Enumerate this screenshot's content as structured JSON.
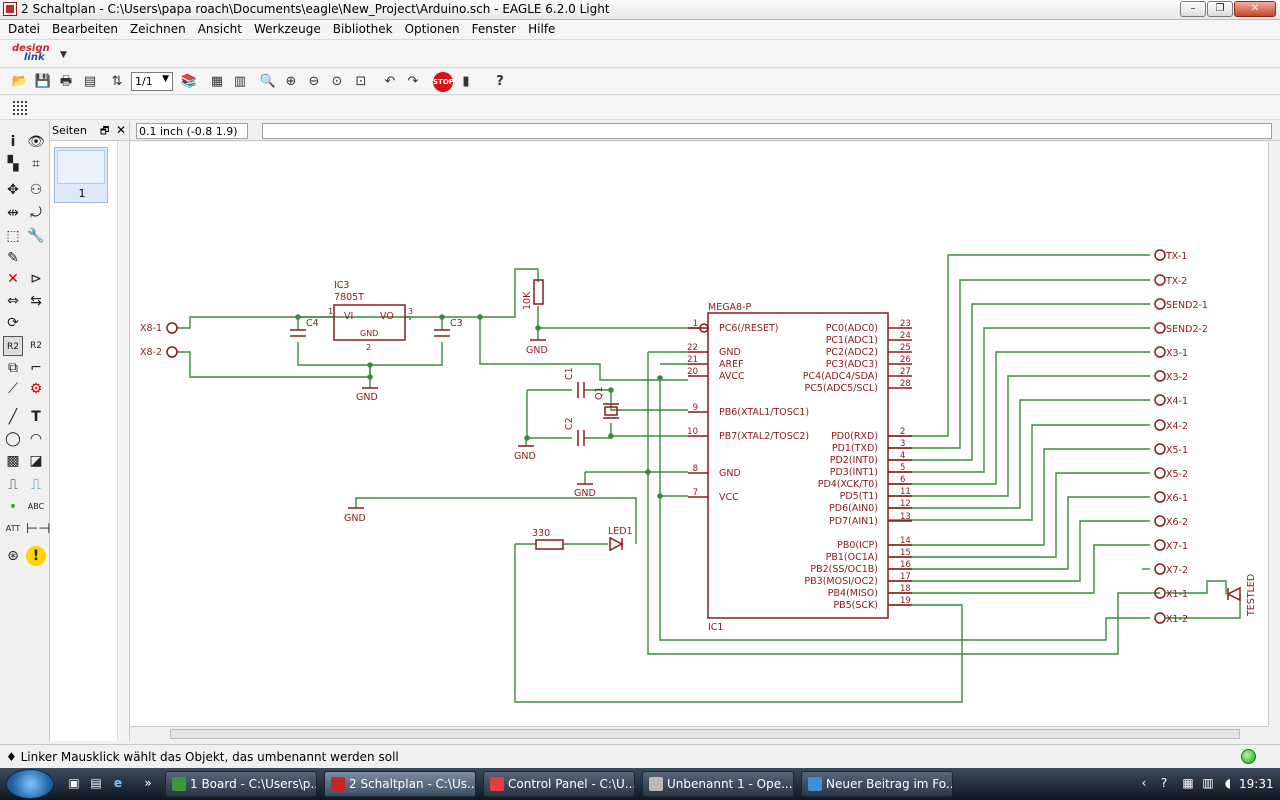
{
  "window": {
    "title": "2 Schaltplan - C:\\Users\\papa roach\\Documents\\eagle\\New_Project\\Arduino.sch - EAGLE 6.2.0 Light"
  },
  "menu": [
    "Datei",
    "Bearbeiten",
    "Zeichnen",
    "Ansicht",
    "Werkzeuge",
    "Bibliothek",
    "Optionen",
    "Fenster",
    "Hilfe"
  ],
  "design_link": {
    "line1": "design",
    "line2": "link"
  },
  "toolbar": {
    "sheet_select": "1/1",
    "icons": [
      "open-icon",
      "save-icon",
      "print-icon",
      "cam-icon",
      "pin-swap-icon",
      "use-icon",
      "script-icon",
      "run-icon",
      "zoom-fit-icon",
      "zoom-in-icon",
      "zoom-out-icon",
      "zoom-redraw-icon",
      "zoom-select-icon",
      "undo-icon",
      "redo-icon",
      "stop-icon",
      "go-icon",
      "help-icon"
    ]
  },
  "seiten": {
    "label": "Seiten",
    "page_number": "1"
  },
  "coords": "0.1 inch (-0.8 1.9)",
  "status": {
    "message": "♦ Linker Mausklick wählt das Objekt, das umbenannt werden soll"
  },
  "schematic": {
    "ic1": {
      "type": "MEGA8-P",
      "name": "IC1",
      "left_pins": [
        {
          "num": "1",
          "label": "PC6(/RESET)"
        },
        {
          "num": "22",
          "label": "GND"
        },
        {
          "num": "21",
          "label": "AREF"
        },
        {
          "num": "20",
          "label": "AVCC"
        },
        {
          "num": "9",
          "label": "PB6(XTAL1/TOSC1)"
        },
        {
          "num": "10",
          "label": "PB7(XTAL2/TOSC2)"
        },
        {
          "num": "8",
          "label": "GND"
        },
        {
          "num": "7",
          "label": "VCC"
        }
      ],
      "right_pins_top": [
        {
          "num": "23",
          "label": "PC0(ADC0)"
        },
        {
          "num": "24",
          "label": "PC1(ADC1)"
        },
        {
          "num": "25",
          "label": "PC2(ADC2)"
        },
        {
          "num": "26",
          "label": "PC3(ADC3)"
        },
        {
          "num": "27",
          "label": "PC4(ADC4/SDA)"
        },
        {
          "num": "28",
          "label": "PC5(ADC5/SCL)"
        }
      ],
      "right_pins_mid": [
        {
          "num": "2",
          "label": "PD0(RXD)"
        },
        {
          "num": "3",
          "label": "PD1(TXD)"
        },
        {
          "num": "4",
          "label": "PD2(INT0)"
        },
        {
          "num": "5",
          "label": "PD3(INT1)"
        },
        {
          "num": "6",
          "label": "PD4(XCK/T0)"
        },
        {
          "num": "11",
          "label": "PD5(T1)"
        },
        {
          "num": "12",
          "label": "PD6(AIN0)"
        },
        {
          "num": "13",
          "label": "PD7(AIN1)"
        }
      ],
      "right_pins_bot": [
        {
          "num": "14",
          "label": "PB0(ICP)"
        },
        {
          "num": "15",
          "label": "PB1(OC1A)"
        },
        {
          "num": "16",
          "label": "PB2(SS/OC1B)"
        },
        {
          "num": "17",
          "label": "PB3(MOSI/OC2)"
        },
        {
          "num": "18",
          "label": "PB4(MISO)"
        },
        {
          "num": "19",
          "label": "PB5(SCK)"
        }
      ]
    },
    "ic3": {
      "name": "IC3",
      "value": "7805T",
      "vi": "VI",
      "vo": "VO",
      "gnd": "GND",
      "pin1": "1",
      "pin2": "2",
      "pin3": "3"
    },
    "connectors": [
      "TX-1",
      "TX-2",
      "SEND2-1",
      "SEND2-2",
      "X3-1",
      "X3-2",
      "X4-1",
      "X4-2",
      "X5-1",
      "X5-2",
      "X6-1",
      "X6-2",
      "X7-1",
      "X7-2",
      "X1-1",
      "X1-2"
    ],
    "x8": [
      "X8-1",
      "X8-2"
    ],
    "labels": {
      "c4": "C4",
      "c3": "C3",
      "c1": "C1",
      "c2": "C2",
      "q1": "Q1",
      "r10k": "10K",
      "r330": "330",
      "led1": "LED1",
      "testled": "TESTLED",
      "gnd": "GND"
    }
  },
  "taskbar": {
    "tasks": [
      "1 Board - C:\\Users\\p...",
      "2 Schaltplan - C:\\Us...",
      "Control Panel - C:\\U...",
      "Unbenannt 1 - Ope...",
      "Neuer Beitrag im Fo..."
    ],
    "clock": "19:31"
  },
  "colors": {
    "wire": "#3c8a3c",
    "symbol": "#8b1a1a",
    "accent": "#1d5e9e"
  }
}
